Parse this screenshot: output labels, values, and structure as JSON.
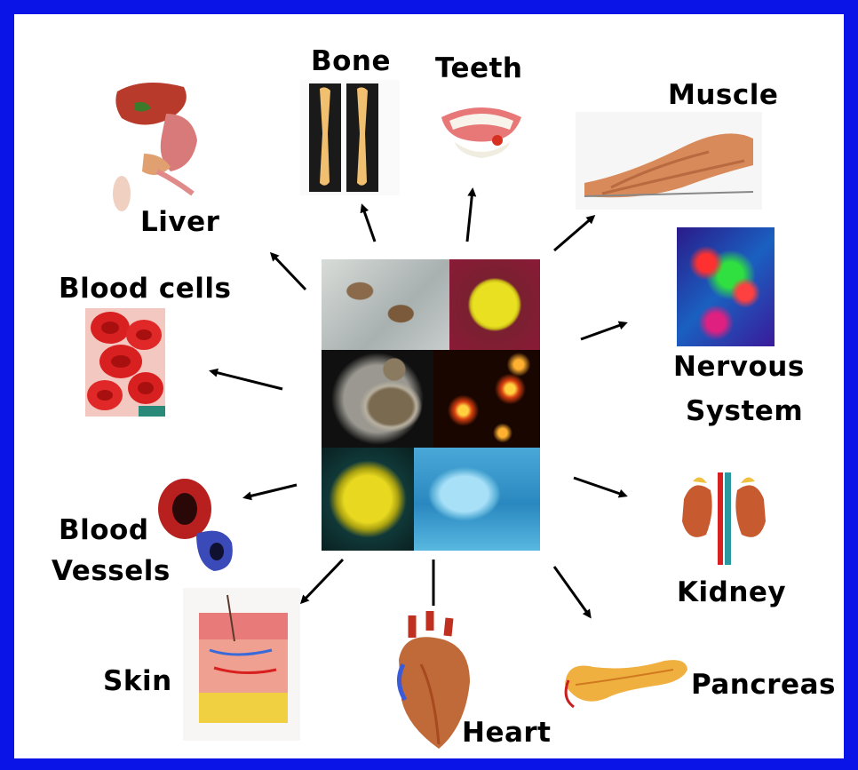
{
  "labels": {
    "bone": "Bone",
    "teeth": "Teeth",
    "muscle": "Muscle",
    "liver": "Liver",
    "blood_cells": "Blood cells",
    "nervous_1": "Nervous",
    "nervous_2": "System",
    "blood_vessels_1": "Blood",
    "blood_vessels_2": "Vessels",
    "kidney": "Kidney",
    "skin": "Skin",
    "pancreas": "Pancreas",
    "heart": "Heart"
  },
  "colors": {
    "frame": "#0a14e6",
    "background": "#ffffff",
    "arrow": "#000000"
  }
}
